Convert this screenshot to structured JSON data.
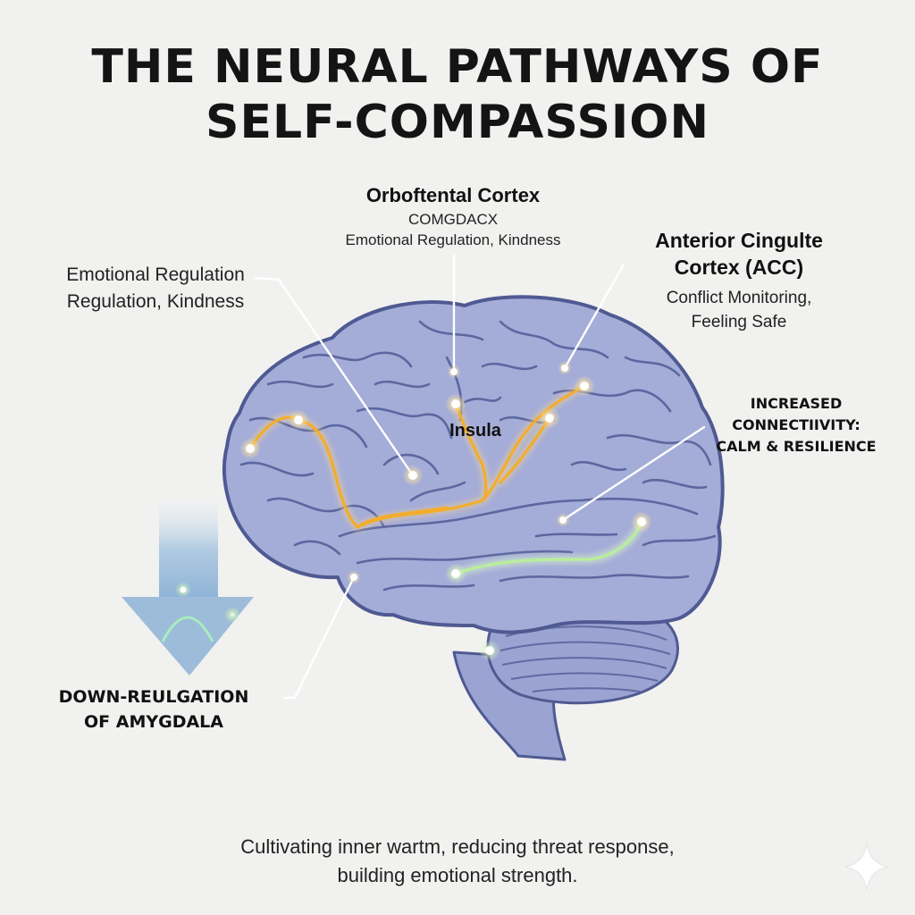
{
  "title": {
    "line1": "THE NEURAL PATHWAYS OF",
    "line2": "SELF-COMPASSION"
  },
  "labels": {
    "orbitofrontal": {
      "name": "Orboftental Cortex",
      "code": "COMGDACX",
      "description": "Emotional Regulation, Kindness"
    },
    "left_callout": {
      "line1": "Emotional Regulation",
      "line2": "Regulation, Kindness"
    },
    "acc": {
      "name_line1": "Anterior Cingulte",
      "name_line2": "Cortex (ACC)",
      "desc_line1": "Conflict Monitoring,",
      "desc_line2": "Feeling Safe"
    },
    "insula": "Insula",
    "connectivity": {
      "line1": "INCREASED",
      "line2": "CONNECTIIVITY:",
      "line3": "CALM & RESILIENCE"
    },
    "amygdala": {
      "line1": "DOWN-REULGATION",
      "line2": "OF AMYGDALA"
    }
  },
  "footer": {
    "line1": "Cultivating inner wartm, reducing threat response,",
    "line2": "building emotional strength."
  },
  "colors": {
    "background": "#f1f1f0",
    "brain_fill": "#a4acd8",
    "brain_outline": "#4f5a92",
    "pathway_orange": "#f2ad2c",
    "pathway_green": "#b8ee9a",
    "leader_line": "#ffffff",
    "arrow_fill": "#a9c6e0"
  },
  "icons": {
    "corner_mark": "sparkle-icon",
    "down_arrow": "down-arrow-icon"
  }
}
